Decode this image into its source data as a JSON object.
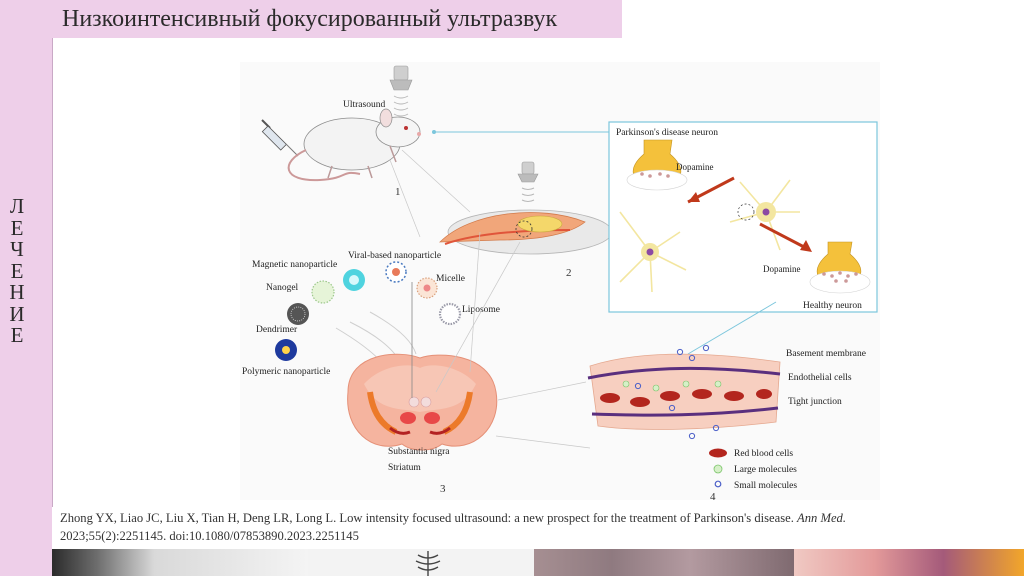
{
  "slide": {
    "title": "Низкоинтенсивный фокусированный ультразвук",
    "section_letters": [
      "Л",
      "Е",
      "Ч",
      "Е",
      "Н",
      "И",
      "Е"
    ]
  },
  "figure": {
    "panel1": {
      "ultrasound_label": "Ultrasound",
      "number": "1"
    },
    "panel2": {
      "number": "2"
    },
    "nanoparticles": {
      "magnetic": "Magnetic nanoparticle",
      "viral": "Viral-based nanoparticle",
      "nanogel": "Nanogel",
      "micelle": "Micelle",
      "liposome": "Liposome",
      "dendrimer": "Dendrimer",
      "polymeric": "Polymeric nanoparticle"
    },
    "panel3": {
      "substantia": "Substantia nigra",
      "striatum": "Striatum",
      "number": "3"
    },
    "inset": {
      "pd_neuron": "Parkinson's disease neuron",
      "dopamine_top": "Dopamine",
      "dopamine_bottom": "Dopamine",
      "healthy": "Healthy neuron"
    },
    "panel4": {
      "basement": "Basement membrane",
      "endothelial": "Endothelial cells",
      "tight": "Tight junction",
      "rbc": "Red blood cells",
      "large": "Large molecules",
      "small": "Small molecules",
      "number": "4"
    }
  },
  "citation": {
    "part1": "Zhong YX, Liao JC, Liu X, Tian H, Deng LR, Long L. Low intensity focused ultrasound: a new prospect for the treatment of Parkinson's disease.",
    "journal": "Ann Med.",
    "part2": "2023;55(2):2251145. doi:10.1080/07853890.2023.2251145"
  },
  "colors": {
    "accent_pink": "#eecfe9",
    "inset_border": "#7cc6dc",
    "vessel_purple": "#6b3f8e",
    "rbc_red": "#b3261e"
  }
}
